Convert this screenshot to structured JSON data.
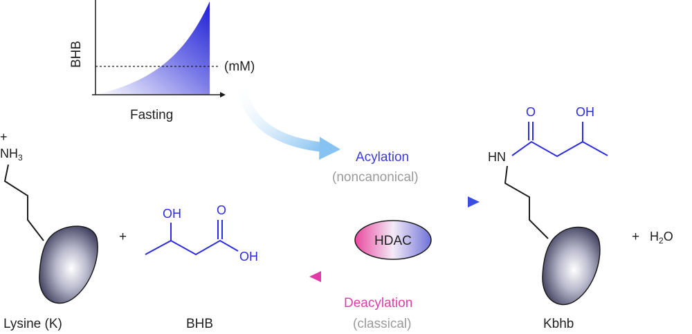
{
  "inset_chart": {
    "ylabel": "BHB",
    "xlabel": "Fasting",
    "threshold_label": "(mM)"
  },
  "reaction": {
    "forward_label": "Acylation",
    "forward_note": "(noncanonical)",
    "enzyme": "HDAC",
    "reverse_label": "Deacylation",
    "reverse_note": "(classical)"
  },
  "molecules": {
    "lysine_charge": "+",
    "lysine_amine": "NH",
    "lysine_amine_sub": "3",
    "lysine_name": "Lysine (K)",
    "plus_1": "+",
    "bhb_oh": "OH",
    "bhb_o": "O",
    "bhb_acid_oh": "OH",
    "bhb_name": "BHB",
    "kbhb_hn": "HN",
    "kbhb_o": "O",
    "kbhb_oh": "OH",
    "kbhb_name": "Kbhb",
    "plus_2": "+",
    "water": "H",
    "water_sub": "2",
    "water_o": "O"
  },
  "colors": {
    "acylation": "#3a3adf",
    "deacylation": "#e23aa8",
    "note": "#9a9a9a",
    "bond_blue": "#2a2ae0"
  }
}
